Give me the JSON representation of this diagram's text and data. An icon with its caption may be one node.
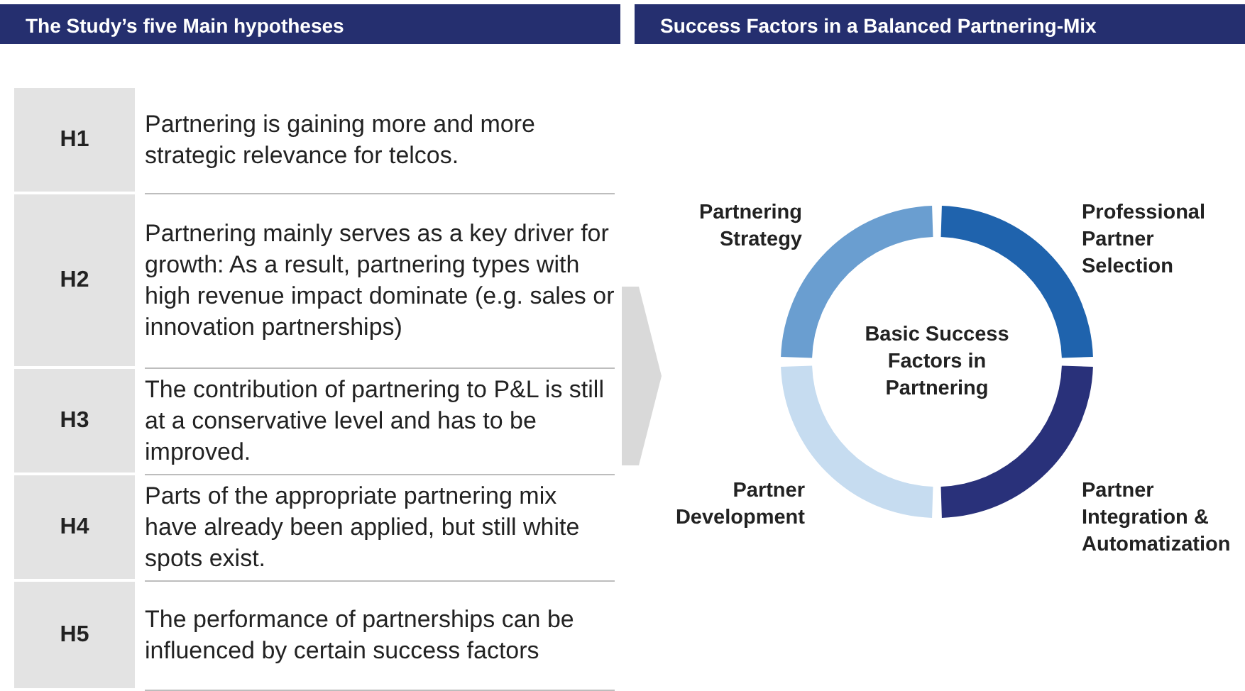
{
  "diagram": {
    "nodes": [
      {
        "text": [
          "The Study’s five Main hypotheses"
        ]
      },
      {
        "text": [
          "Success Factors in a Balanced Partnering-Mix"
        ]
      },
      {
        "text": [
          "H1",
          "Partnering is gaining more and more strategic relevance for telcos."
        ]
      },
      {
        "text": [
          "H2",
          "Partnering mainly serves as a key driver for growth: As a result, partnering types with high revenue impact dominate (e.g. sales or innovation partnerships)"
        ]
      },
      {
        "text": [
          "H3",
          "The contribution of partnering to P&L is still at a conservative level and has to be improved."
        ]
      },
      {
        "text": [
          "H4",
          "Parts of the appropriate partnering mix have already been applied, but still white spots exist."
        ]
      },
      {
        "text": [
          "H5",
          "The performance of partnerships can be influenced by certain success factors"
        ]
      },
      {
        "text": [],
        "shape": "arc",
        "beside": [
          "Partnering Strategy"
        ]
      },
      {
        "text": [],
        "shape": "arc",
        "beside": [
          "Professional Partner Selection"
        ]
      },
      {
        "text": [
          "Basic Success Factors in Partnering"
        ]
      },
      {
        "text": [],
        "shape": "arc",
        "beside": [
          "Partner Development"
        ]
      },
      {
        "text": [],
        "shape": "arc",
        "beside": [
          "Partner Integration & Automatization"
        ]
      }
    ]
  }
}
